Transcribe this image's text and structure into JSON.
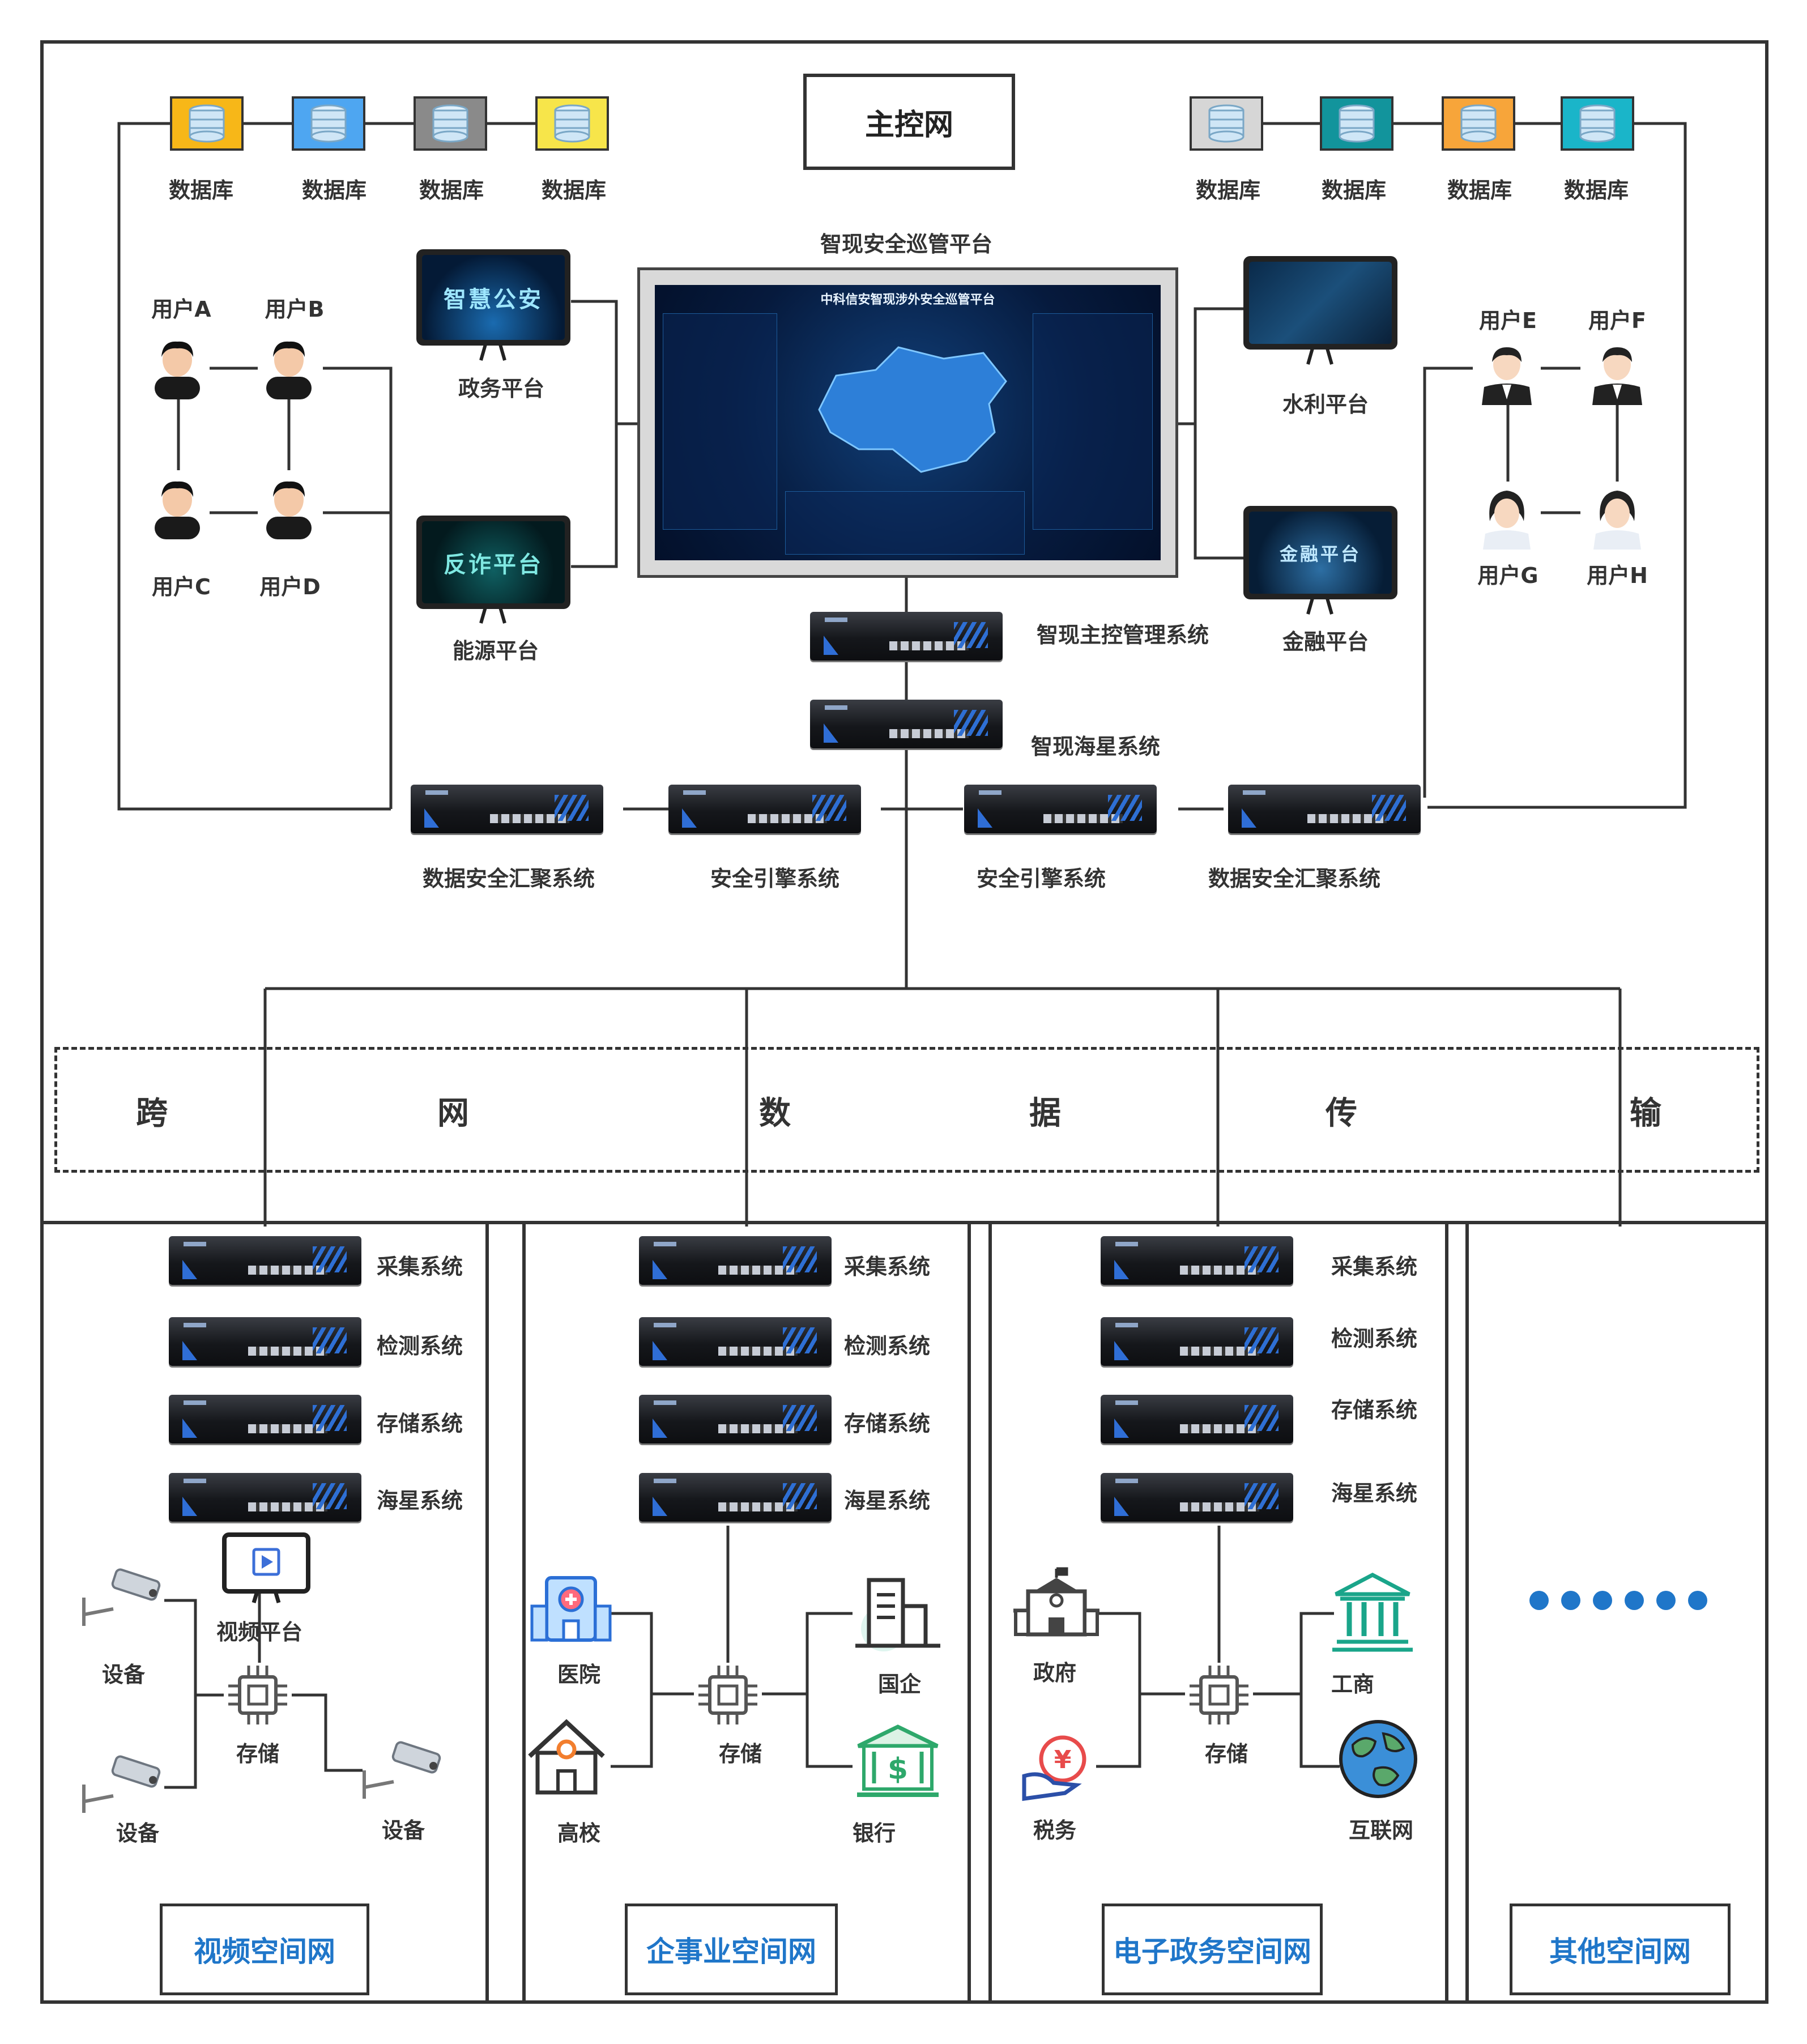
{
  "main_title": "主控网",
  "platform_title": "智现安全巡管平台",
  "dashboard_title": "中科信安智现涉外安全巡管平台",
  "databases": {
    "label": "数据库",
    "left_colors": [
      "#f7b718",
      "#4ea6f1",
      "#8a8a8a",
      "#f7e54a"
    ],
    "right_colors": [
      "#d6d6d6",
      "#12949c",
      "#f7a53a",
      "#1ab5c9"
    ]
  },
  "users": {
    "a": "用户A",
    "b": "用户B",
    "c": "用户C",
    "d": "用户D",
    "e": "用户E",
    "f": "用户F",
    "g": "用户G",
    "h": "用户H"
  },
  "platforms": {
    "gov": "政务平台",
    "gov_screen": "智慧公安",
    "energy": "能源平台",
    "energy_screen": "反诈平台",
    "water": "水利平台",
    "finance": "金融平台",
    "finance_screen": "金融平台"
  },
  "systems": {
    "master": "智现主控管理系统",
    "haixing": "智现海星系统",
    "agg_left": "数据安全汇聚系统",
    "engine_left": "安全引擎系统",
    "engine_right": "安全引擎系统",
    "agg_right": "数据安全汇聚系统"
  },
  "band_chars": [
    "跨",
    "网",
    "数",
    "据",
    "传",
    "输"
  ],
  "zones": {
    "video": {
      "title": "视频空间网",
      "devices": [
        "采集系统",
        "检测系统",
        "存储系统",
        "海星系统"
      ],
      "platform": "视频平台",
      "storage": "存储",
      "device1": "设备",
      "device2": "设备",
      "device3": "设备"
    },
    "enterprise": {
      "title": "企事业空间网",
      "devices": [
        "采集系统",
        "检测系统",
        "存储系统",
        "海星系统"
      ],
      "hospital": "医院",
      "school": "高校",
      "storage": "存储",
      "soe": "国企",
      "bank": "银行"
    },
    "egov": {
      "title": "电子政务空间网",
      "devices": [
        "采集系统",
        "检测系统",
        "存储系统",
        "海星系统"
      ],
      "government": "政府",
      "tax": "税务",
      "storage": "存储",
      "commerce": "工商",
      "internet": "互联网"
    },
    "other": {
      "title": "其他空间网"
    }
  },
  "colors": {
    "accent": "#1f76c9",
    "line": "#333333"
  }
}
